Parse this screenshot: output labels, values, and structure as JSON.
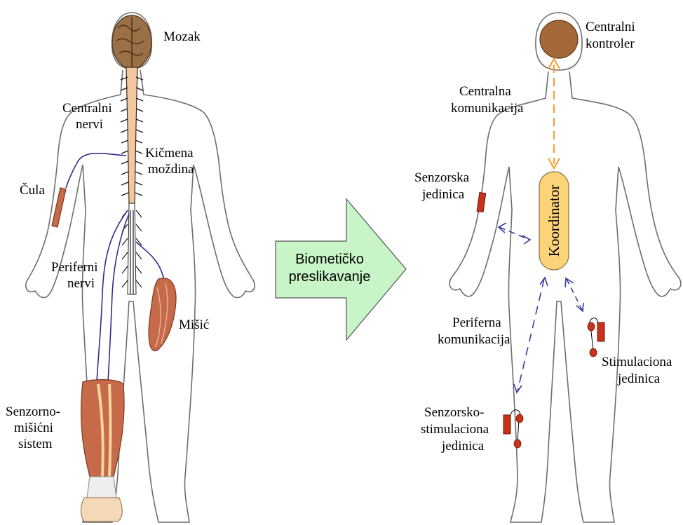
{
  "left_labels": {
    "mozak": "Mozak",
    "centralni_nervi": [
      "Centralni",
      "nervi"
    ],
    "kicmena_mozdina": [
      "Kičmena",
      "moždina"
    ],
    "cula": "Čula",
    "periferni_nervi": [
      "Periferni",
      "nervi"
    ],
    "misic": "Mišić",
    "senzorno_misicni": [
      "Senzorno-",
      "mišićni",
      "sistem"
    ]
  },
  "arrow_label": [
    "Biometičko",
    "preslikavanje"
  ],
  "right_labels": {
    "centralni_kontroler": [
      "Centralni",
      "kontroler"
    ],
    "centralna_komunikacija": [
      "Centralna",
      "komunikacija"
    ],
    "senzorska_jedinica": [
      "Senzorska",
      "jedinica"
    ],
    "koordinator": "Koordinator",
    "periferna_komunikacija": [
      "Periferna",
      "komunikacija"
    ],
    "stimulaciona_jedinica": [
      "Stimulaciona",
      "jedinica"
    ],
    "senzorsko_stimulaciona": [
      "Senzorsko-",
      "stimulaciona",
      "jedinica"
    ]
  },
  "colors": {
    "outline": "#6e6e6e",
    "brain": "#9a7147",
    "spine": "#f3c8a0",
    "nerve": "#2b2f8f",
    "muscle": "#c66a4a",
    "arrow_fill": "#c8f5c8",
    "controller": "#a4683a",
    "coordinator": "#fbd47a",
    "orange_link": "#f5a13a",
    "blue_link": "#3a3ca0",
    "unit": "#c8321a"
  }
}
